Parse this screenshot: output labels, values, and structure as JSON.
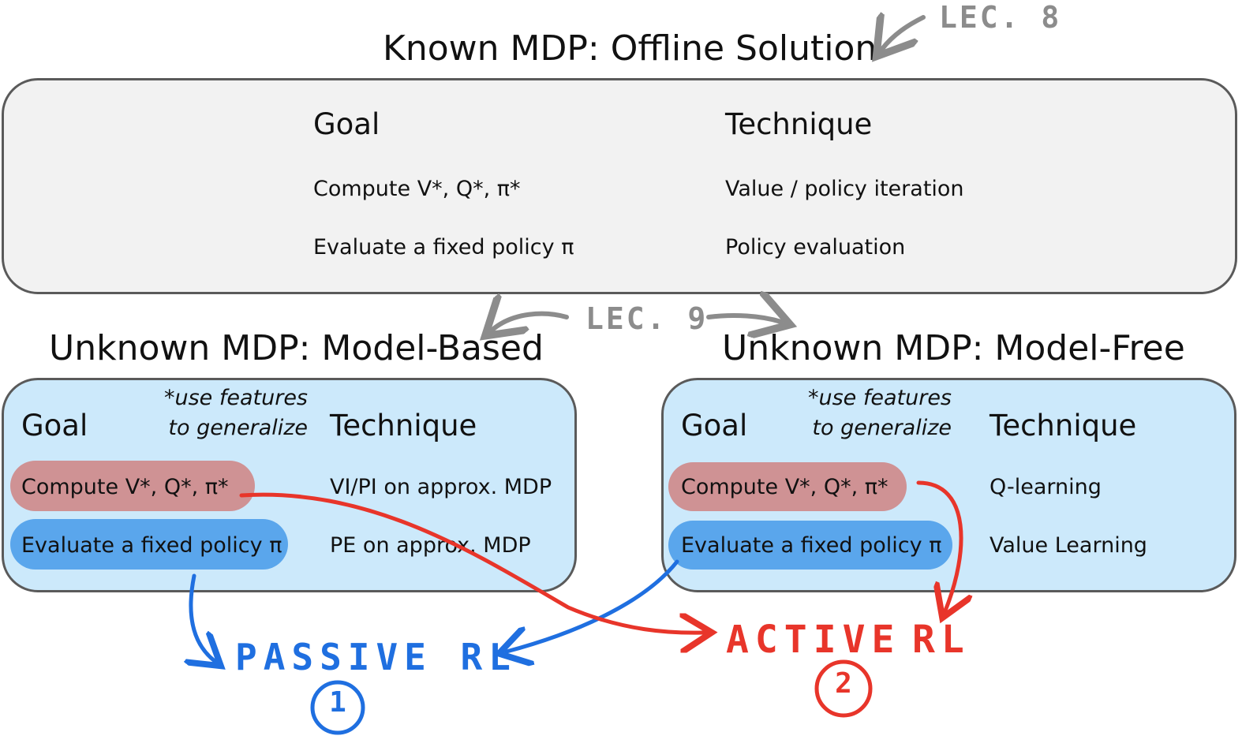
{
  "known": {
    "title": "Known MDP: Offline Solution",
    "goal_header": "Goal",
    "technique_header": "Technique",
    "rows": [
      {
        "goal": "Compute V*, Q*, π*",
        "technique": "Value / policy iteration"
      },
      {
        "goal": "Evaluate a fixed policy π",
        "technique": "Policy evaluation"
      }
    ]
  },
  "model_based": {
    "title": "Unknown MDP: Model-Based",
    "goal_header": "Goal",
    "note_line1": "*use features",
    "note_line2": "to generalize",
    "technique_header": "Technique",
    "rows": [
      {
        "goal": "Compute V*, Q*, π*",
        "technique": "VI/PI on approx. MDP"
      },
      {
        "goal": "Evaluate a fixed policy π",
        "technique": "PE on approx. MDP"
      }
    ]
  },
  "model_free": {
    "title": "Unknown MDP: Model-Free",
    "goal_header": "Goal",
    "note_line1": "*use features",
    "note_line2": "to generalize",
    "technique_header": "Technique",
    "rows": [
      {
        "goal": "Compute V*, Q*, π*",
        "technique": "Q-learning"
      },
      {
        "goal": "Evaluate a fixed policy π",
        "technique": "Value Learning"
      }
    ]
  },
  "annotations": {
    "lec8": "LEC. 8",
    "lec9": "LEC. 9",
    "passive_label": "PASSIVE RL",
    "passive_num": "1",
    "active_label": "ACTIVE RL",
    "active_word": "ACTIVE",
    "active_rl": "RL",
    "active_num": "2",
    "colors": {
      "passive": "#1f6fe0",
      "active": "#e8352a",
      "gray": "#8c8c8c",
      "red_highlight": "#cf9294",
      "blue_highlight": "#5aa6ec"
    }
  }
}
